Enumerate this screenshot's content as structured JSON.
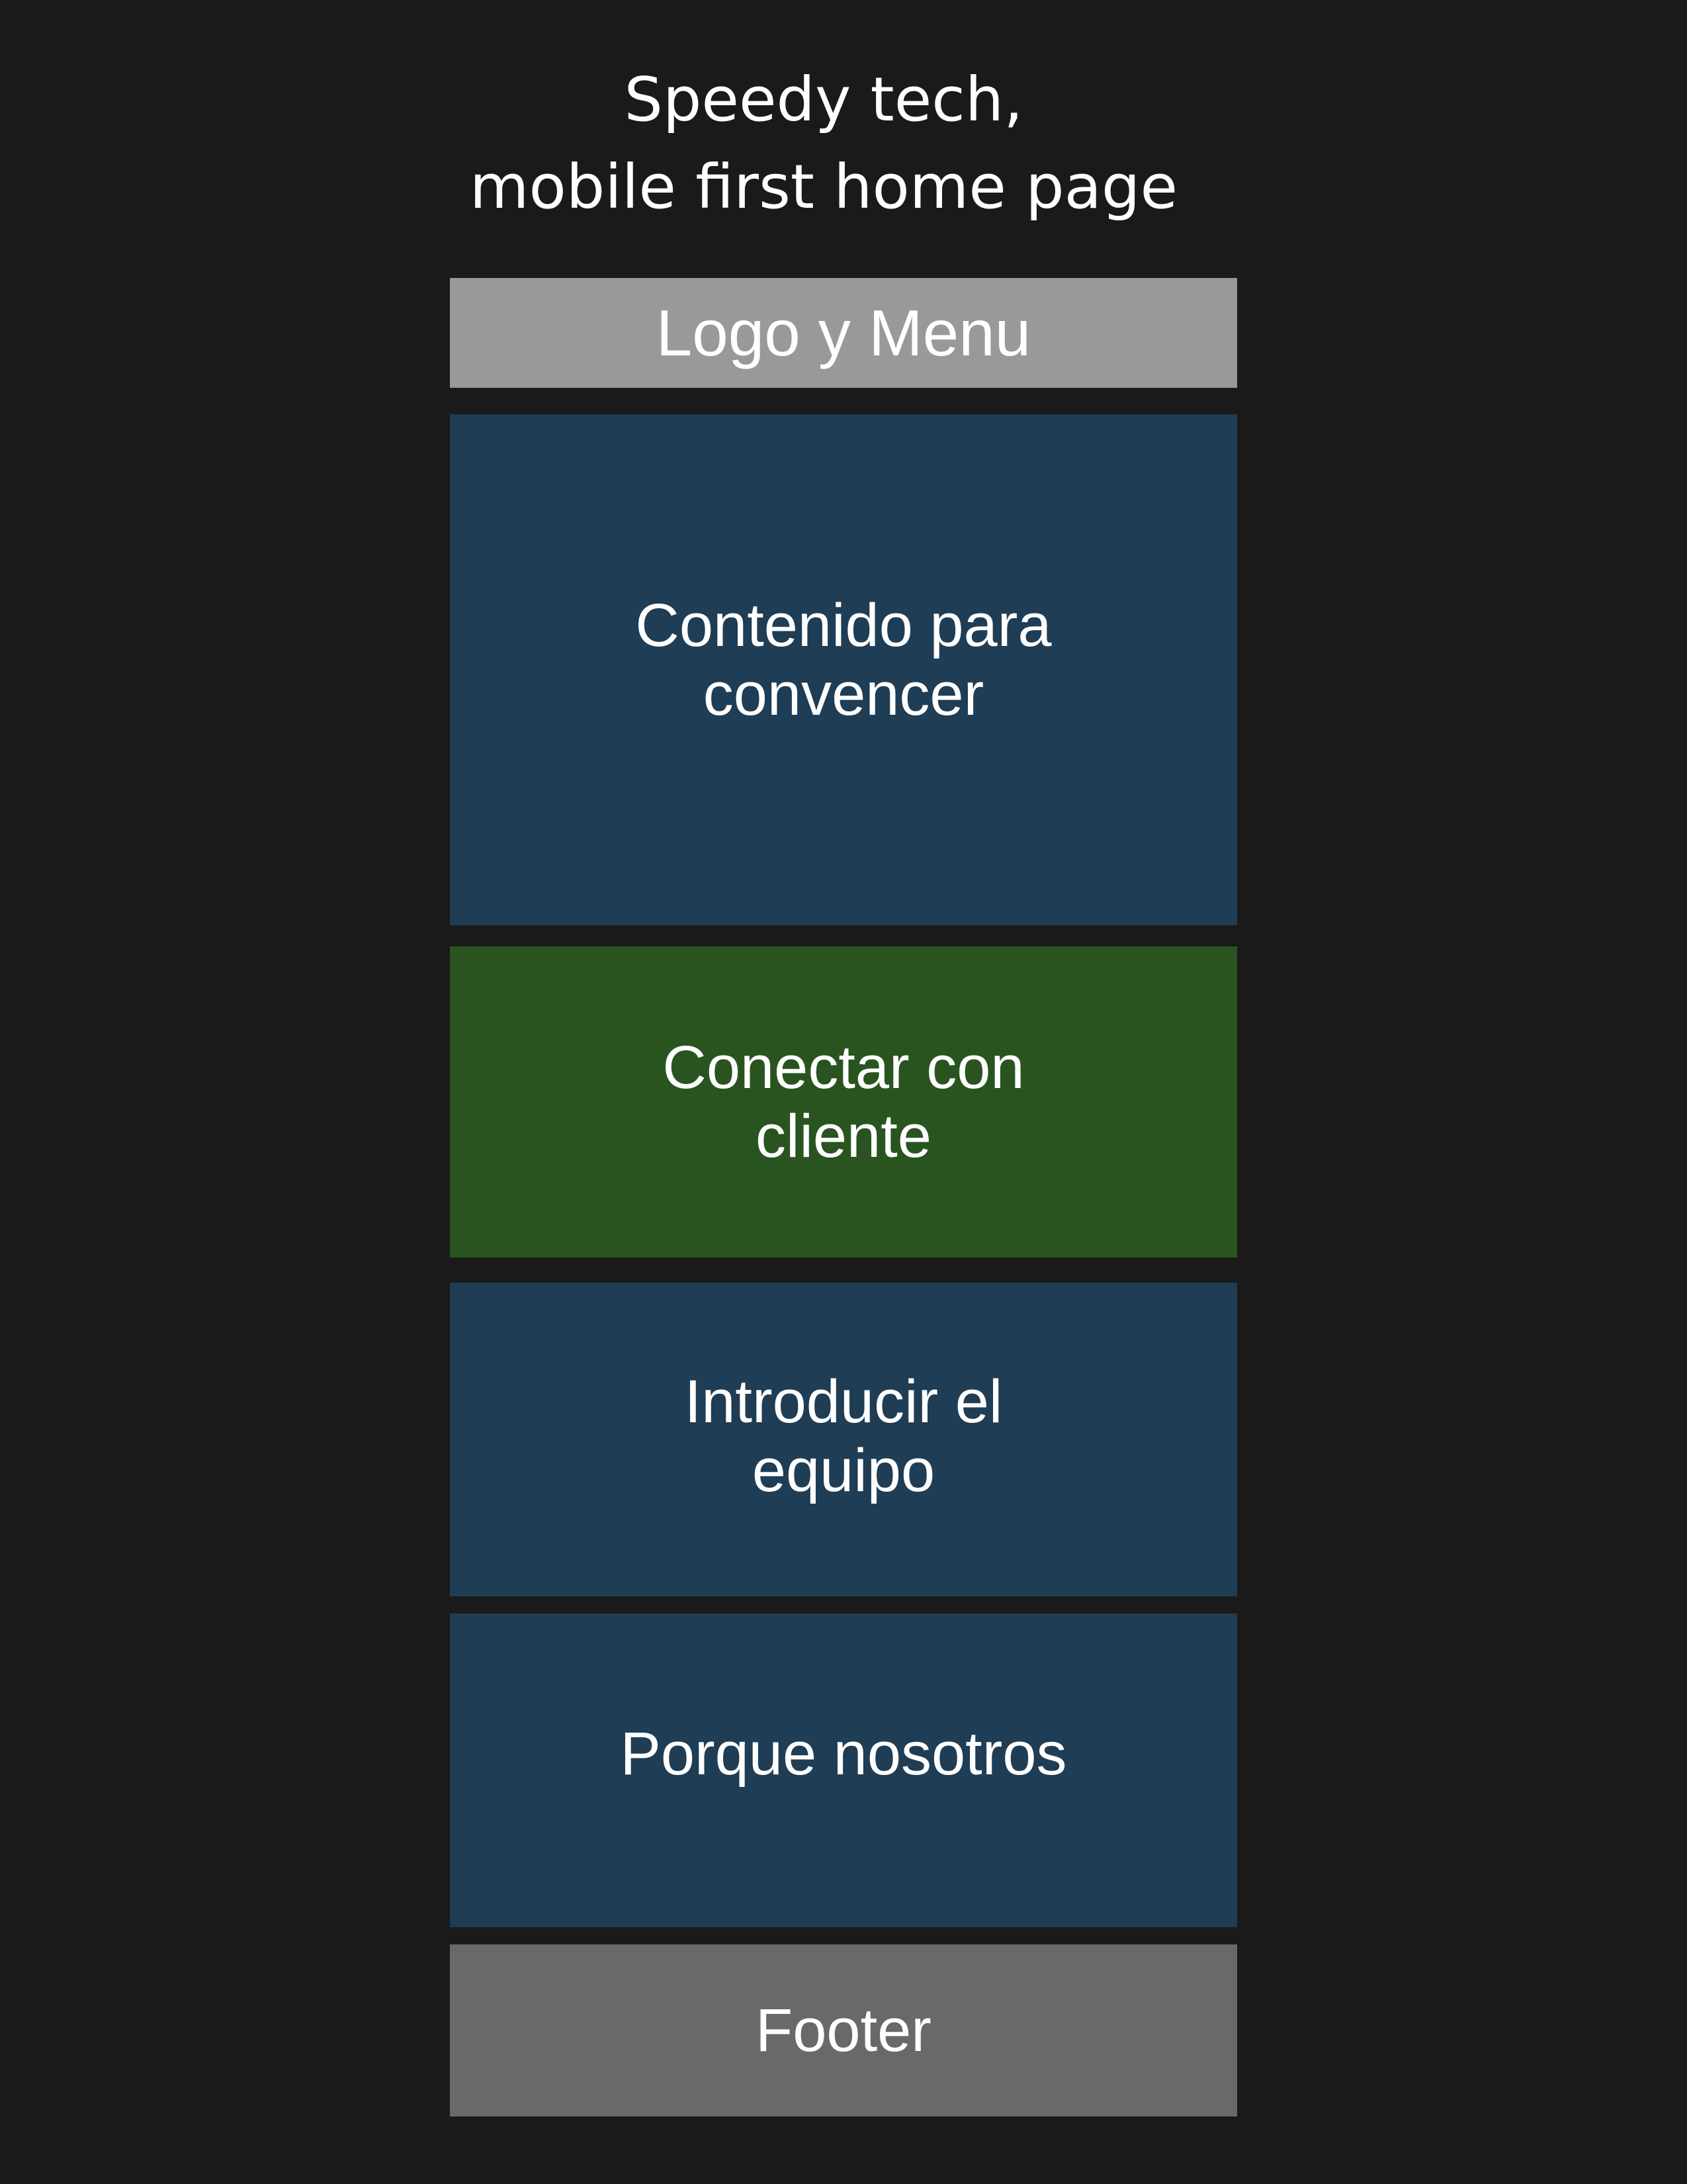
{
  "diagram": {
    "title": "Speedy tech,\nmobile first home page",
    "blocks": [
      {
        "id": "header",
        "label": "Logo y Menu",
        "color": "#999999"
      },
      {
        "id": "hero",
        "label": "Contenido para\nconvencer",
        "color": "#1f3d54"
      },
      {
        "id": "connect",
        "label": "Conectar con\ncliente",
        "color": "#29541f"
      },
      {
        "id": "team",
        "label": "Introducir el\nequipo",
        "color": "#1f3d54"
      },
      {
        "id": "why",
        "label": "Porque nosotros",
        "color": "#1f3d54"
      },
      {
        "id": "footer",
        "label": "Footer",
        "color": "#696969"
      }
    ],
    "background_color": "#1a1a1a",
    "text_color": "#ffffff"
  }
}
